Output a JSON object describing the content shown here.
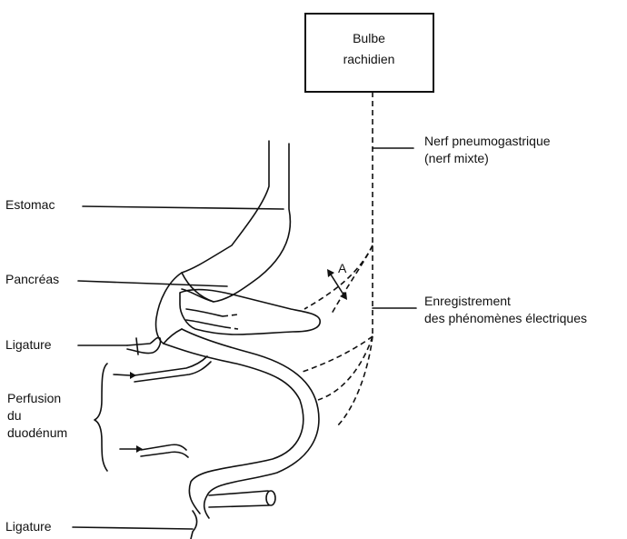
{
  "box": {
    "line1": "Bulbe",
    "line2": "rachidien"
  },
  "labels": {
    "nerve_line1": "Nerf pneumogastrique",
    "nerve_line2": "(nerf mixte)",
    "stomach": "Estomac",
    "pancreas": "Pancréas",
    "ligature_top": "Ligature",
    "recording_line1": "Enregistrement",
    "recording_line2": "des phénomènes électriques",
    "perfusion_line1": "Perfusion",
    "perfusion_line2": "du",
    "perfusion_line3": "duodénum",
    "ligature_bottom": "Ligature",
    "marker_a": "A"
  }
}
